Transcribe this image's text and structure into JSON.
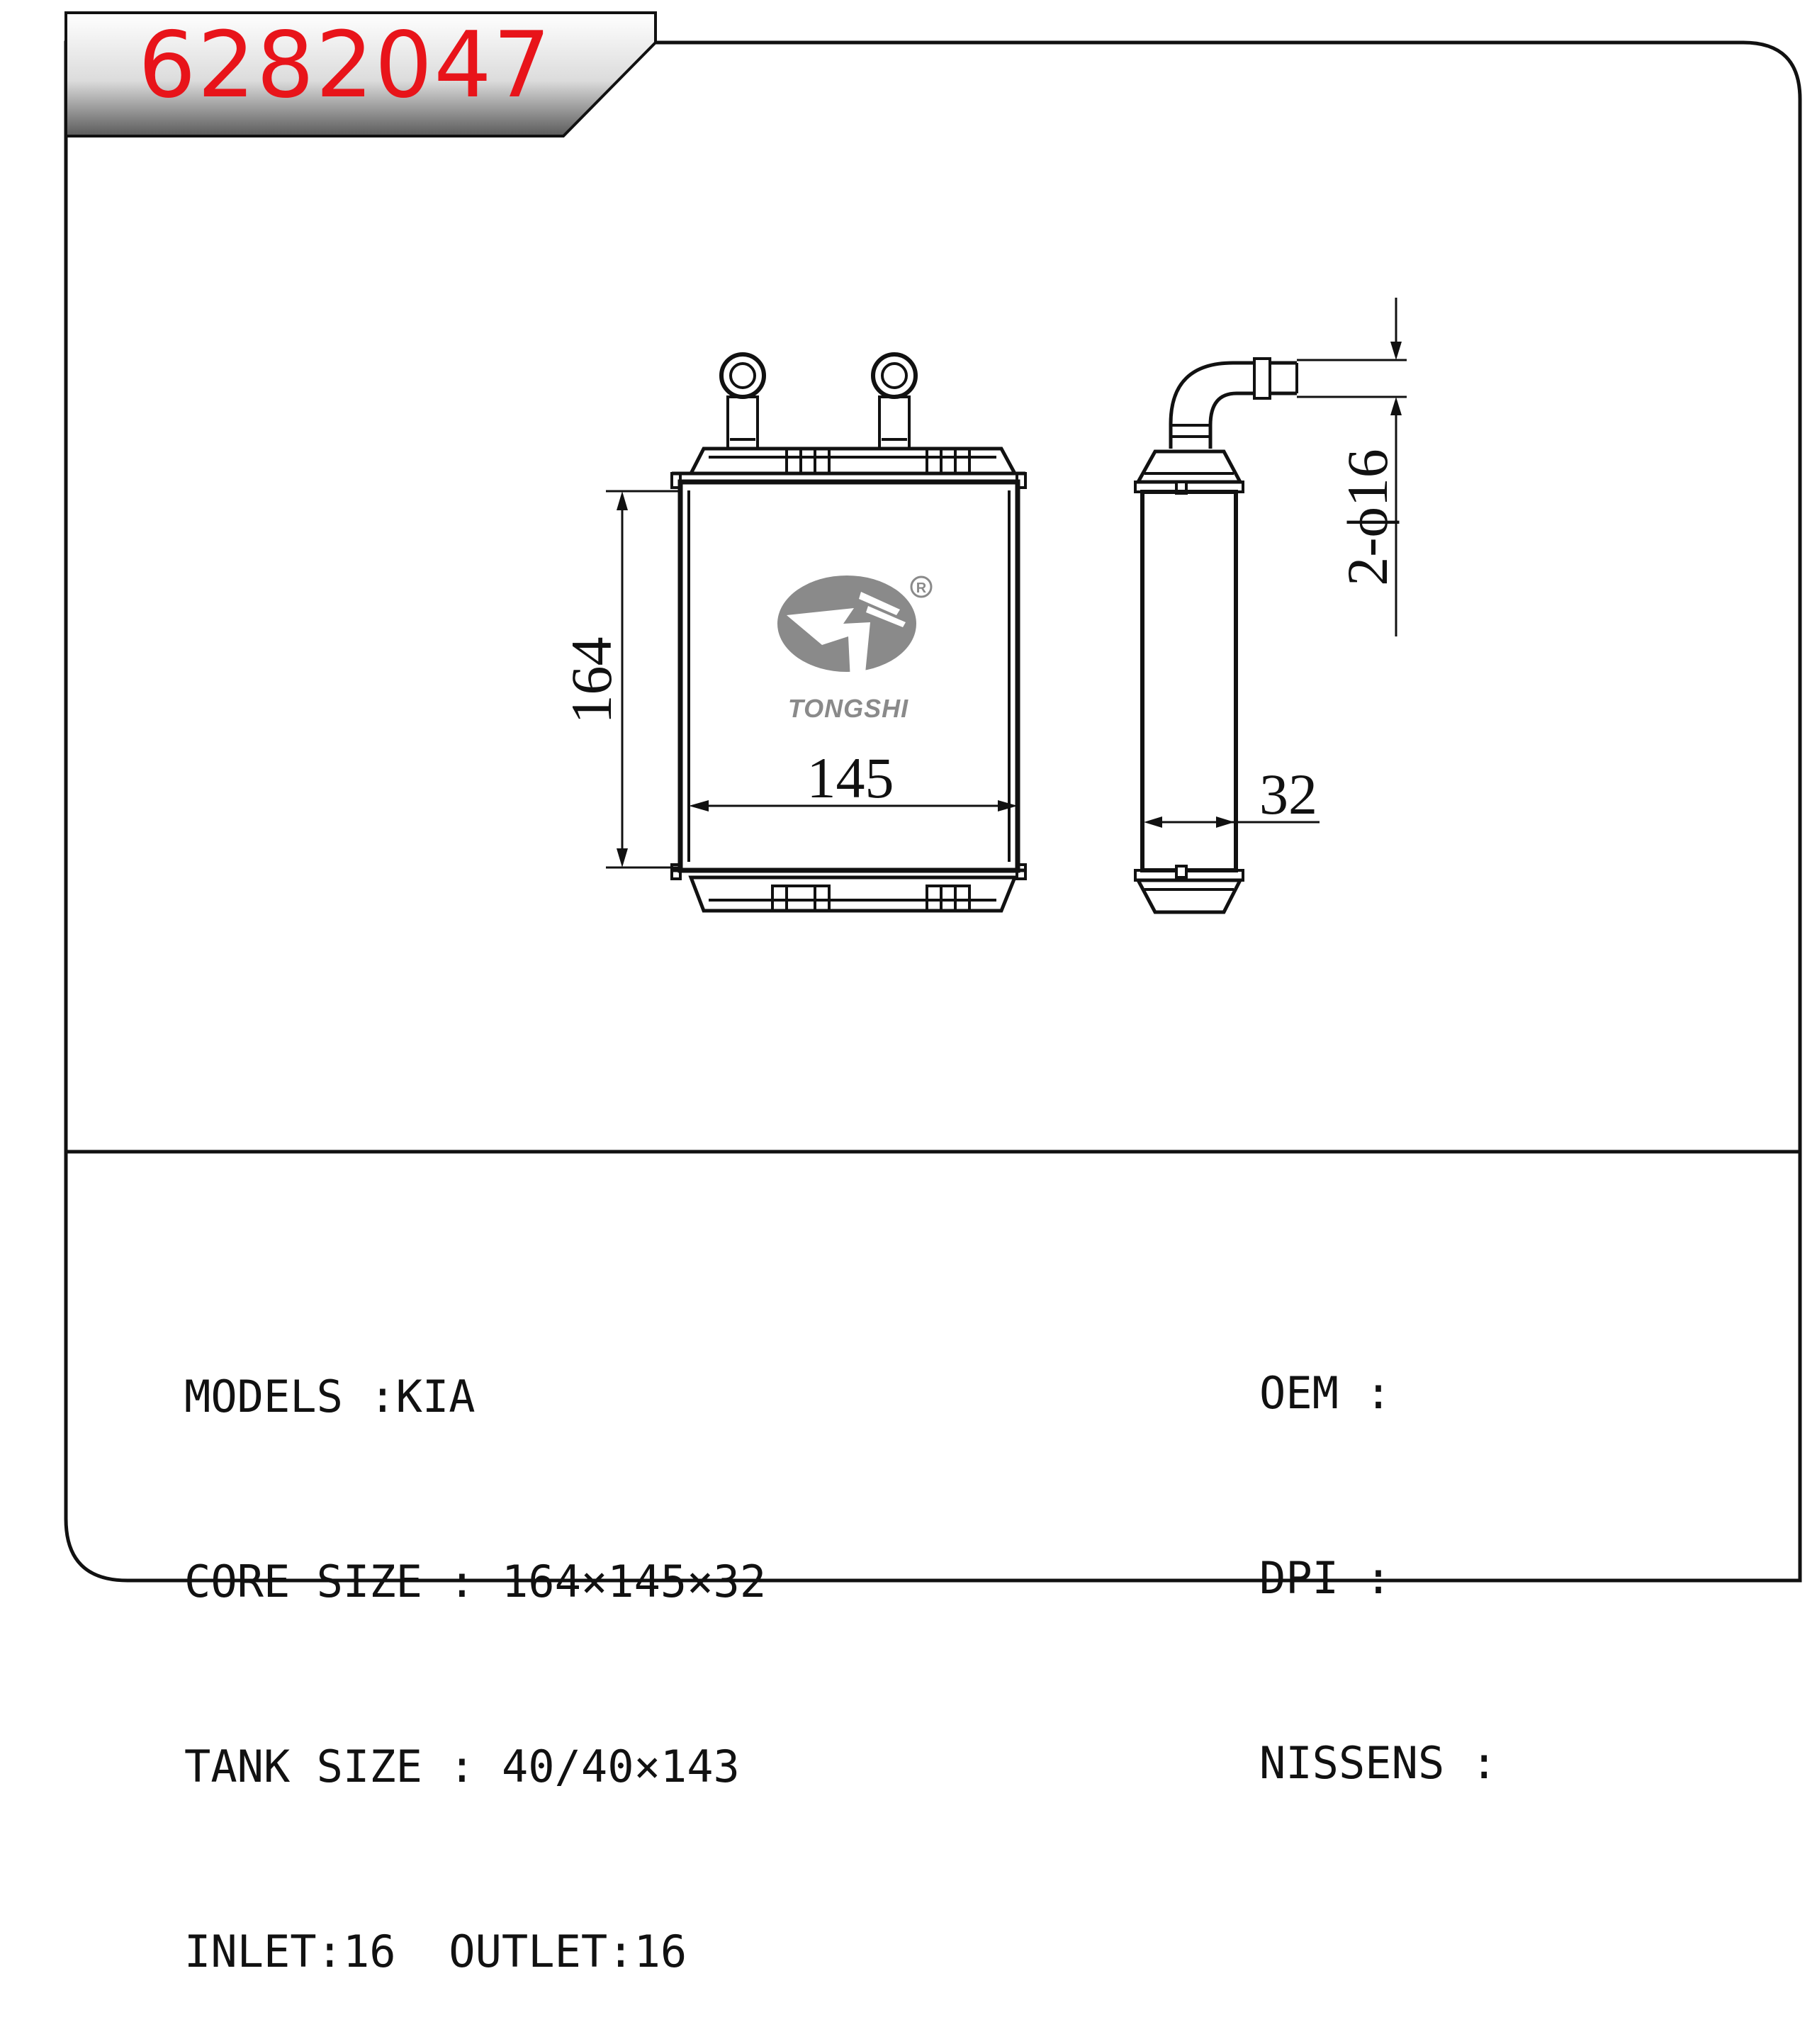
{
  "part_number": "6282047",
  "dimensions": {
    "height": "164",
    "width": "145",
    "depth": "32",
    "pipes": "2-ϕ16"
  },
  "logo": {
    "brand": "TONGSHI",
    "registered_mark": "®"
  },
  "specs_left": [
    {
      "label": "MODELS",
      "sep": ":",
      "value": "KIA"
    },
    {
      "label": "CORE SIZE",
      "sep": ":",
      "value": "164×145×32"
    },
    {
      "label": "TANK SIZE",
      "sep": ":",
      "value": "40/40×143"
    },
    {
      "label": "INLET",
      "sep": ":",
      "value": "16"
    },
    {
      "label": "OUTLET",
      "sep": ":",
      "value": "16"
    }
  ],
  "specs_right": [
    {
      "label": "OEM",
      "sep": ":",
      "value": ""
    },
    {
      "label": "DPI",
      "sep": ":",
      "value": ""
    },
    {
      "label": "NISSENS",
      "sep": ":",
      "value": ""
    }
  ],
  "colors": {
    "part_number": "#e8141a",
    "line": "#111111",
    "logo_gray": "#8a8a8a"
  }
}
